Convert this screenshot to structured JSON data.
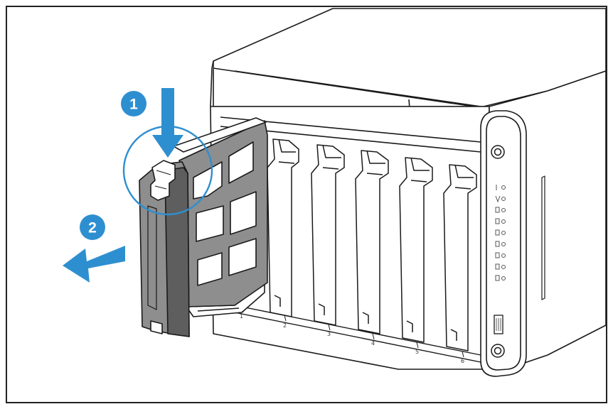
{
  "steps": [
    {
      "label": "1",
      "action": "press-tray-release-latch"
    },
    {
      "label": "2",
      "action": "pull-tray-out"
    }
  ],
  "bays": [
    "1",
    "2",
    "3",
    "4",
    "5",
    "6"
  ],
  "colors": {
    "accent_blue": "#2E8FD0",
    "line": "#1a1a1a",
    "tray_gray": "#8E8E8E",
    "tray_dark": "#5E5E5E",
    "frame": "#222222"
  },
  "icons": {
    "step_marker": "numbered-circle",
    "arrow_down": "arrow-down-icon",
    "arrow_out": "arrow-left-icon",
    "power_button": "power-button-icon",
    "copy_button": "copy-button-icon",
    "usb_port": "usb-port-icon"
  }
}
